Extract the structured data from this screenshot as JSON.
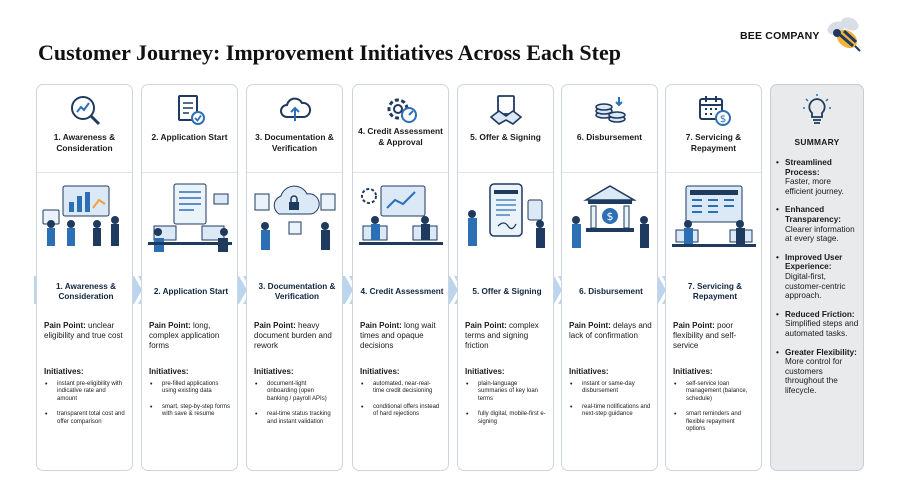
{
  "title": "Customer Journey: Improvement Initiatives Across Each Step",
  "brand": "BEE COMPANY",
  "colors": {
    "band": "#bcd5ee",
    "accent": "#2d6fb5",
    "navy": "#1f3a5f",
    "border": "#cfd5dd",
    "summary_bg": "#e9eaec"
  },
  "steps": [
    {
      "icon": "magnifier-chart-icon",
      "title": "1. Awareness & Consideration",
      "band_label": "1. Awareness & Consideration",
      "pain_label": "Pain Point:",
      "pain_text": " unclear eligibility and true cost",
      "initiatives_label": "Initiatives:",
      "initiatives": [
        "instant pre-eligibility with indicative rate and amount",
        "transparent total cost and offer comparison"
      ]
    },
    {
      "icon": "document-check-icon",
      "title": "2. Application Start",
      "band_label": "2. Application Start",
      "pain_label": "Pain Point:",
      "pain_text": " long, complex application forms",
      "initiatives_label": "Initiatives:",
      "initiatives": [
        "pre-filled applications using existing data",
        "smart, step-by-step forms with save & resume"
      ]
    },
    {
      "icon": "cloud-upload-icon",
      "title": "3. Documentation & Verification",
      "band_label": "3. Documentation & Verification",
      "pain_label": "Pain Point:",
      "pain_text": " heavy document burden and rework",
      "initiatives_label": "Initiatives:",
      "initiatives": [
        "document-light onboarding (open banking / payroll APIs)",
        "real-time status tracking and instant validation"
      ]
    },
    {
      "icon": "gear-gauge-icon",
      "title": "4. Credit Assessment & Approval",
      "band_label": "4. Credit Assessment",
      "pain_label": "Pain Point:",
      "pain_text": " long wait times and opaque decisions",
      "initiatives_label": "Initiatives:",
      "initiatives": [
        "automated, near-real-time credit decisioning",
        "conditional offers instead of hard rejections"
      ]
    },
    {
      "icon": "handshake-icon",
      "title": "5. Offer & Signing",
      "band_label": "5. Offer & Signing",
      "pain_label": "Pain Point:",
      "pain_text": " complex terms and signing friction",
      "initiatives_label": "Initiatives:",
      "initiatives": [
        "plain-language summaries of key loan terms",
        "fully digital, mobile-first e-signing"
      ]
    },
    {
      "icon": "coins-stack-icon",
      "title": "6. Disbursement",
      "band_label": "6. Disbursement",
      "pain_label": "Pain Point:",
      "pain_text": " delays and lack of confirmation",
      "initiatives_label": "Initiatives:",
      "initiatives": [
        "instant or same-day disbursement",
        "real-time notifications and next-step guidance"
      ]
    },
    {
      "icon": "calendar-dollar-icon",
      "title": "7. Servicing & Repayment",
      "band_label": "7. Servicing & Repayment",
      "pain_label": "Pain Point:",
      "pain_text": " poor flexibility and self-service",
      "initiatives_label": "Initiatives:",
      "initiatives": [
        "self-service loan management (balance, schedule)",
        "smart reminders and flexible repayment options"
      ]
    }
  ],
  "summary": {
    "icon": "lightbulb-icon",
    "title": "SUMMARY",
    "items": [
      {
        "head": "Streamlined Process:",
        "body": "Faster, more efficient journey."
      },
      {
        "head": "Enhanced Transparency:",
        "body": "Clearer information at every stage."
      },
      {
        "head": "Improved User Experience:",
        "body": "Digital-first, customer-centric approach."
      },
      {
        "head": "Reduced Friction:",
        "body": "Simplified steps and automated tasks."
      },
      {
        "head": "Greater Flexibility:",
        "body": "More control for customers throughout the lifecycle."
      }
    ]
  }
}
